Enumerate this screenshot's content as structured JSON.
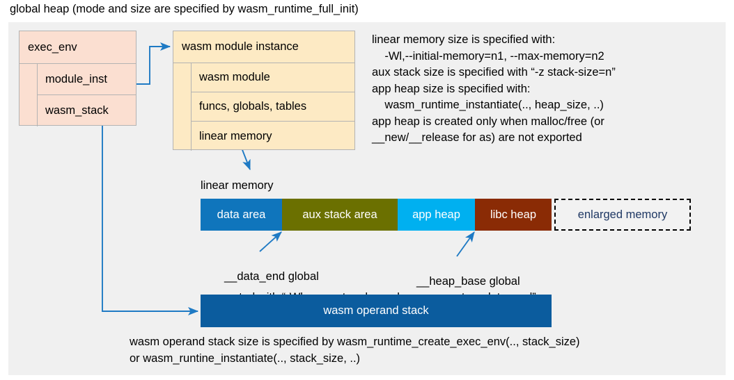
{
  "title": "global heap (mode and size are specified by wasm_runtime_full_init)",
  "exec_env": {
    "header": "exec_env",
    "rows": [
      {
        "label": "module_inst"
      },
      {
        "label": "wasm_stack"
      }
    ]
  },
  "module_instance": {
    "header": "wasm module instance",
    "rows": [
      {
        "label": "wasm module"
      },
      {
        "label": "funcs, globals, tables"
      },
      {
        "label": "linear memory"
      }
    ]
  },
  "notes": {
    "lines": [
      "linear memory size is specified with:",
      "    -Wl,--initial-memory=n1, --max-memory=n2",
      "aux stack size is specified with “-z stack-size=n”",
      "app heap size is specified with:",
      "    wasm_runtime_instantiate(.., heap_size, ..)",
      "app heap is created only when malloc/free (or",
      "__new/__release for as) are not exported"
    ]
  },
  "linear_memory": {
    "label": "linear memory",
    "segments": [
      {
        "label": "data area",
        "color": "#0f75bc",
        "text_color": "#ffffff"
      },
      {
        "label": "aux stack area",
        "color": "#6b7000",
        "text_color": "#ffffff"
      },
      {
        "label": "app heap",
        "color": "#00b0f0",
        "text_color": "#ffffff"
      },
      {
        "label": "libc heap",
        "color": "#8a2b05",
        "text_color": "#ffffff"
      },
      {
        "label": "enlarged memory",
        "color": "#f2f2f2",
        "text_color": "#1f3864"
      }
    ],
    "annotations": {
      "data_end": "__data_end global",
      "heap_base": "__heap_base global",
      "exported": "exported with “-Wl,--export=__heap_base,--export=__data_end”"
    }
  },
  "operand_stack": {
    "label": "wasm operand stack",
    "color": "#0b5c9e",
    "caption_lines": [
      "wasm operand stack size is specified by wasm_runtime_create_exec_env(.., stack_size)",
      "or wasm_runtine_instantiate(.., stack_size, ..)"
    ]
  },
  "colors": {
    "panel_background": "#f0f0f0",
    "arrow": "#1f7ac4",
    "exec_env_fill": "#fbdfd1",
    "module_fill": "#fdeac4"
  }
}
